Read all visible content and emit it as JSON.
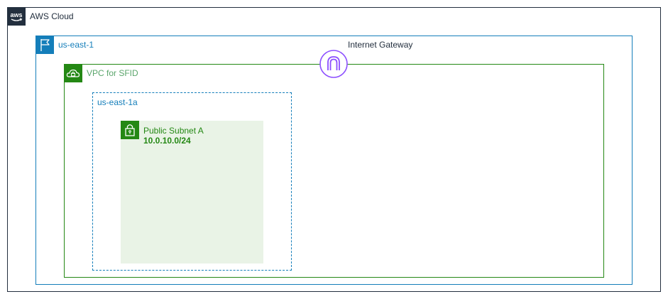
{
  "aws_cloud": {
    "label": "AWS Cloud",
    "logo_text": "aws"
  },
  "region": {
    "label": "us-east-1"
  },
  "vpc": {
    "label": "VPC for SFID"
  },
  "availability_zone": {
    "label": "us-east-1a"
  },
  "subnet": {
    "name": "Public Subnet A",
    "cidr": "10.0.10.0/24"
  },
  "internet_gateway": {
    "label": "Internet Gateway"
  },
  "colors": {
    "aws_dark": "#232f3e",
    "region_blue": "#147eba",
    "vpc_green": "#248814",
    "vpc_label_green": "#5aa56b",
    "subnet_fill": "#e9f3e6",
    "igw_purple": "#8c4fff"
  },
  "icons": {
    "aws_cloud": "aws-logo-icon",
    "region": "flag-icon",
    "vpc": "cloud-lock-icon",
    "subnet": "padlock-icon",
    "internet_gateway": "arch-gateway-icon"
  }
}
